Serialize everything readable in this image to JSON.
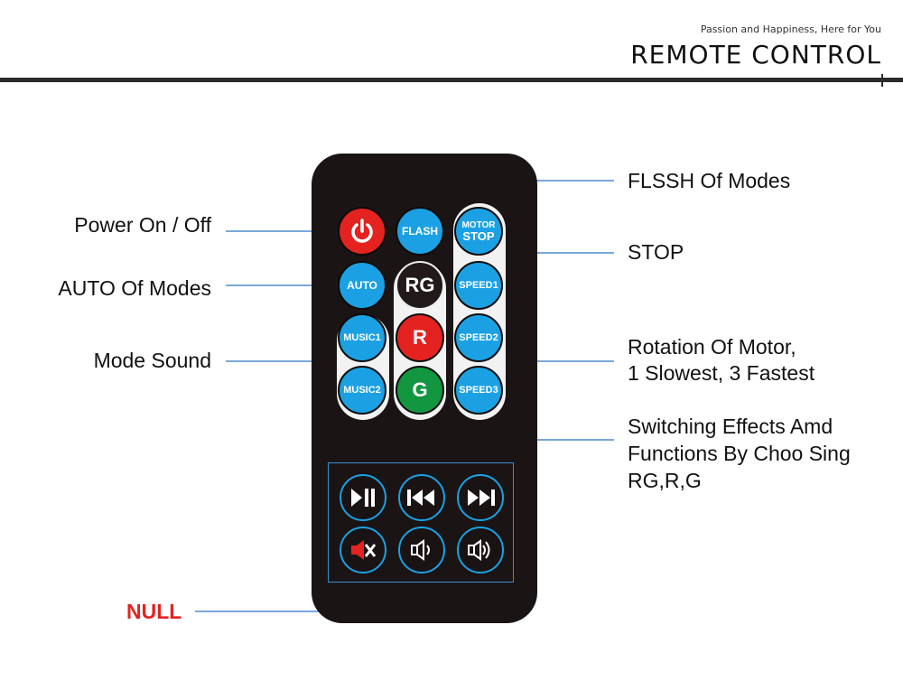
{
  "header": {
    "tagline": "Passion and Happiness, Here for You",
    "title": "REMOTE CONTROL"
  },
  "remote": {
    "power": {
      "icon": "power-icon",
      "color": "#e42220"
    },
    "flash": "FLASH",
    "motor_stop": {
      "line1": "MOTOR",
      "line2": "STOP"
    },
    "auto": "AUTO",
    "rg": "RG",
    "speed1": "SPEED1",
    "music1": "MUSIC1",
    "r": "R",
    "speed2": "SPEED2",
    "music2": "MUSIC2",
    "g": "G",
    "speed3": "SPEED3",
    "media": [
      {
        "icon": "play-pause-icon"
      },
      {
        "icon": "previous-icon"
      },
      {
        "icon": "next-icon"
      },
      {
        "icon": "mute-icon"
      },
      {
        "icon": "volume-down-icon"
      },
      {
        "icon": "volume-up-icon"
      }
    ],
    "accent_color": "#1ba1e3"
  },
  "callouts": {
    "power": "Power On / Off",
    "auto": "AUTO Of Modes",
    "sound": "Mode Sound",
    "null": "NULL",
    "flash": "FLSSH Of Modes",
    "stop": "STOP",
    "rotation_line1": "Rotation Of Motor,",
    "rotation_line2": "1 Slowest, 3 Fastest",
    "switch_line1": "Switching Effects Amd",
    "switch_line2": "Functions By Choo Sing",
    "switch_line3": "RG,R,G"
  }
}
